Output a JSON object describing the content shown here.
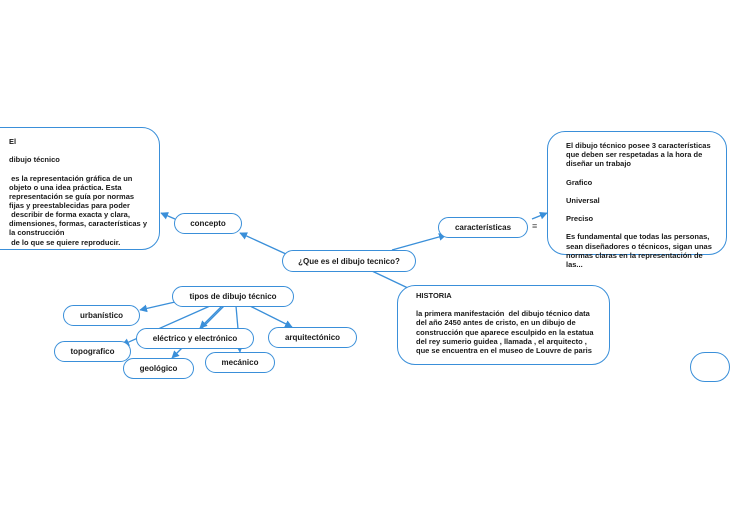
{
  "central": "¿Que es el dibujo tecnico?",
  "concepto": {
    "label": "concepto",
    "text": "El\n\ndibujo técnico\n\n es la representación gráfica de un objeto o una idea práctica. Esta representación se guía por normas fijas y preestablecidas para poder\n describir de forma exacta y clara, dimensiones, formas, características y la construcción\n de lo que se quiere reproducir."
  },
  "caracteristicas": {
    "label": "características",
    "text": "El dibujo técnico posee 3 características que deben ser respetadas a la hora de diseñar un trabajo\n\nGrafico\n\nUniversal\n\nPreciso\n\nEs fundamental que todas las personas, sean diseñadores o técnicos, sigan unas normas claras en la representación de las..."
  },
  "historia": {
    "text": "HISTORIA\n\nla primera manifestación  del dibujo técnico data del año 2450 antes de cristo, en un dibujo de construcción que aparece esculpido en la estatua del rey sumerio guidea , llamada , el arquitecto , que se encuentra en el museo de Louvre de paris"
  },
  "tipos": {
    "label": "tipos de dibujo técnico",
    "items": {
      "urbanistico": "urbanístico",
      "topografico": "topografico",
      "electrico": "eléctrico y electrónico",
      "geologico": "geológico",
      "mecanico": "mecánico",
      "arquitectonico": "arquitectónico"
    }
  },
  "colors": {
    "line": "#3a8fd9",
    "border": "#3a8fd9",
    "text": "#1a1a1a"
  },
  "icons": {
    "notes": "menu-lines-icon"
  }
}
